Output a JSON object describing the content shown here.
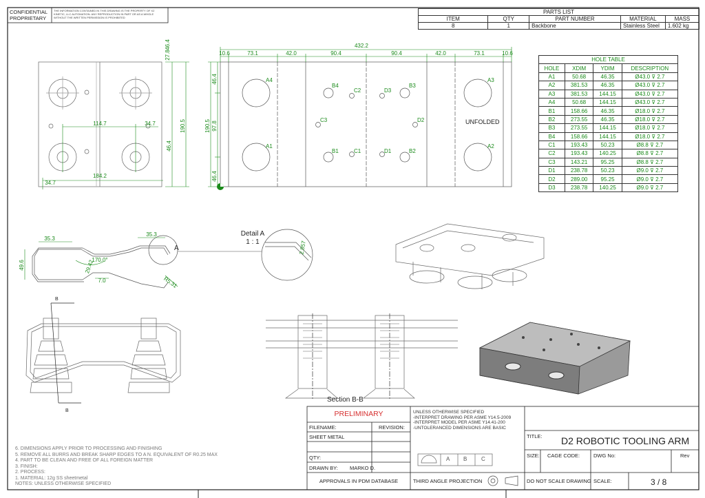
{
  "header": {
    "confidential_line1": "CONFIDENTIAL",
    "confidential_line2": "PROPRIETARY",
    "legal_notice": "THE INFORMATION CONTAINED IN THIS DRAWING IS THE PROPERTY OF X2 KINETIC, LLC AUTOMATION. ANY REPRODUCTION IN PART OR AS A WHOLE WITHOUT THE WRITTEN PERMISSION IS PROHIBITED"
  },
  "parts_list": {
    "title": "PARTS LIST",
    "columns": [
      "ITEM",
      "QTY",
      "PART NUMBER",
      "MATERIAL",
      "MASS"
    ],
    "row": {
      "item": "8",
      "qty": "1",
      "part_number": "Backbone",
      "material": "Stainless Steel",
      "mass": "1.602 kg"
    }
  },
  "hole_table": {
    "title": "HOLE TABLE",
    "columns": [
      "HOLE",
      "XDIM",
      "YDIM",
      "DESCRIPTION"
    ],
    "rows": [
      {
        "hole": "A1",
        "x": "50.68",
        "y": "46.35",
        "desc": "Ø43.0 ⊽ 2.7"
      },
      {
        "hole": "A2",
        "x": "381.53",
        "y": "46.35",
        "desc": "Ø43.0 ⊽ 2.7"
      },
      {
        "hole": "A3",
        "x": "381.53",
        "y": "144.15",
        "desc": "Ø43.0 ⊽ 2.7"
      },
      {
        "hole": "A4",
        "x": "50.68",
        "y": "144.15",
        "desc": "Ø43.0 ⊽ 2.7"
      },
      {
        "hole": "B1",
        "x": "158.66",
        "y": "46.35",
        "desc": "Ø18.0 ⊽ 2.7"
      },
      {
        "hole": "B2",
        "x": "273.55",
        "y": "46.35",
        "desc": "Ø18.0 ⊽ 2.7"
      },
      {
        "hole": "B3",
        "x": "273.55",
        "y": "144.15",
        "desc": "Ø18.0 ⊽ 2.7"
      },
      {
        "hole": "B4",
        "x": "158.66",
        "y": "144.15",
        "desc": "Ø18.0 ⊽ 2.7"
      },
      {
        "hole": "C1",
        "x": "193.43",
        "y": "50.23",
        "desc": "Ø8.8 ⊽ 2.7"
      },
      {
        "hole": "C2",
        "x": "193.43",
        "y": "140.25",
        "desc": "Ø8.8 ⊽ 2.7"
      },
      {
        "hole": "C3",
        "x": "143.21",
        "y": "95.25",
        "desc": "Ø8.8 ⊽ 2.7"
      },
      {
        "hole": "D1",
        "x": "238.78",
        "y": "50.23",
        "desc": "Ø9.0 ⊽ 2.7"
      },
      {
        "hole": "D2",
        "x": "289.00",
        "y": "95.25",
        "desc": "Ø9.0 ⊽ 2.7"
      },
      {
        "hole": "D3",
        "x": "238.78",
        "y": "140.25",
        "desc": "Ø9.0 ⊽ 2.7"
      }
    ]
  },
  "dims": {
    "overall": "432.2",
    "d_10_6": "10.6",
    "d_73_1": "73.1",
    "d_42_0": "42.0",
    "d_90_4": "90.4",
    "d_46_4": "46.4",
    "d_97_8": "97.8",
    "d_190_5": "190.5",
    "d_27_8": "27.8",
    "d_114_7": "114.7",
    "d_34_7": "34.7",
    "d_184_2": "184.2",
    "d_35_3": "35.3",
    "d_170": "170.0°",
    "d_7_0": "7.0",
    "d_r5_31": "R5.31",
    "d_2_857": "2.857",
    "d_49_6": "49.6",
    "d_29_42": "29.42"
  },
  "labels": {
    "unfolded": "UNFOLDED",
    "detail_a_title": "Detail A",
    "detail_a_scale": "1 : 1",
    "detail_a_callout": "A",
    "section_bb": "Section B-B",
    "section_b": "B",
    "hole_a1": "A1",
    "hole_a2": "A2",
    "hole_a3": "A3",
    "hole_a4": "A4",
    "hole_b1": "B1",
    "hole_b2": "B2",
    "hole_b3": "B3",
    "hole_b4": "B4",
    "hole_c1": "C1",
    "hole_c2": "C2",
    "hole_c3": "C3",
    "hole_d1": "D1",
    "hole_d2": "D2",
    "hole_d3": "D3"
  },
  "notes": [
    "6. DIMENSIONS APPLY PRIOR TO PROCESSING AND FINISHING",
    "5. REMOVE ALL BURRS AND BREAK SHARP EDGES TO A N. EQUIVALENT OF R0.25 MAX",
    "4. PART TO BE CLEAN AND FREE OF ALL FOREIGN MATTER",
    "3. FINISH:",
    "2. PROCESS:",
    "1. MATERIAL:   12g SS sheetmetal",
    "NOTES: UNLESS OTHERWISE SPECIFIED"
  ],
  "title_block": {
    "preliminary": "PRELIMINARY",
    "filename_label": "FILENAME:",
    "revision_label": "REVISION:",
    "filename_value": "SHEET METAL",
    "qty_label": "QTY:",
    "drawn_by_label": "DRAWN BY:",
    "drawn_by_value": "MARKO D.",
    "approvals": "APPROVALS IN PDM DATABASE",
    "spec_lines": [
      "UNLESS OTHERWISE SPECIFIED",
      "-INTERPRET DRAWING PER ASME Y14.5-2009",
      "-INTERPRET MODEL PER ASME Y14.41-200",
      "-UNTOLERANCED DIMENSIONS ARE BASIC"
    ],
    "datum_a": "A",
    "datum_b": "B",
    "datum_c": "C",
    "projection": "THIRD ANGLE PROJECTION",
    "title_label": "TITLE:",
    "title_value": "D2 ROBOTIC TOOLING ARM",
    "size_label": "SIZE:",
    "cage_label": "CAGE CODE:",
    "dwg_label": "DWG No:",
    "rev_label": "Rev",
    "do_not_scale": "DO NOT SCALE DRAWING",
    "scale_label": "SCALE:",
    "sheet": "3 / 8"
  }
}
